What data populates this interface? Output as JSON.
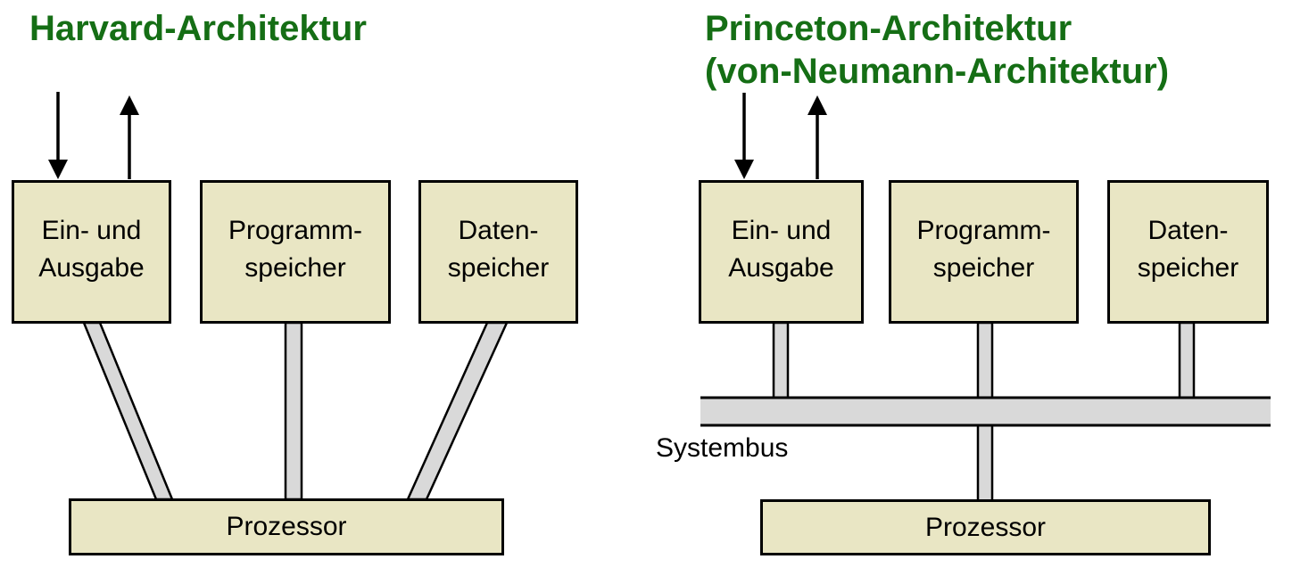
{
  "colors": {
    "background": "#ffffff",
    "box_fill": "#e9e6c4",
    "box_border": "#000000",
    "connector_fill": "#d9d9d9",
    "connector_border": "#000000",
    "title_color": "#156e15",
    "text_color": "#000000",
    "arrow_color": "#000000"
  },
  "diagrams": [
    {
      "name": "harvard",
      "title_lines": [
        "Harvard-Architektur"
      ],
      "boxes": [
        {
          "line1": "Ein- und",
          "line2": "Ausgabe"
        },
        {
          "line1": "Programm-",
          "line2": "speicher"
        },
        {
          "line1": "Daten-",
          "line2": "speicher"
        }
      ],
      "processor_label": "Prozessor"
    },
    {
      "name": "princeton",
      "title_lines": [
        "Princeton-Architektur",
        "(von-Neumann-Architektur)"
      ],
      "boxes": [
        {
          "line1": "Ein- und",
          "line2": "Ausgabe"
        },
        {
          "line1": "Programm-",
          "line2": "speicher"
        },
        {
          "line1": "Daten-",
          "line2": "speicher"
        }
      ],
      "processor_label": "Prozessor",
      "bus_label": "Systembus"
    }
  ]
}
